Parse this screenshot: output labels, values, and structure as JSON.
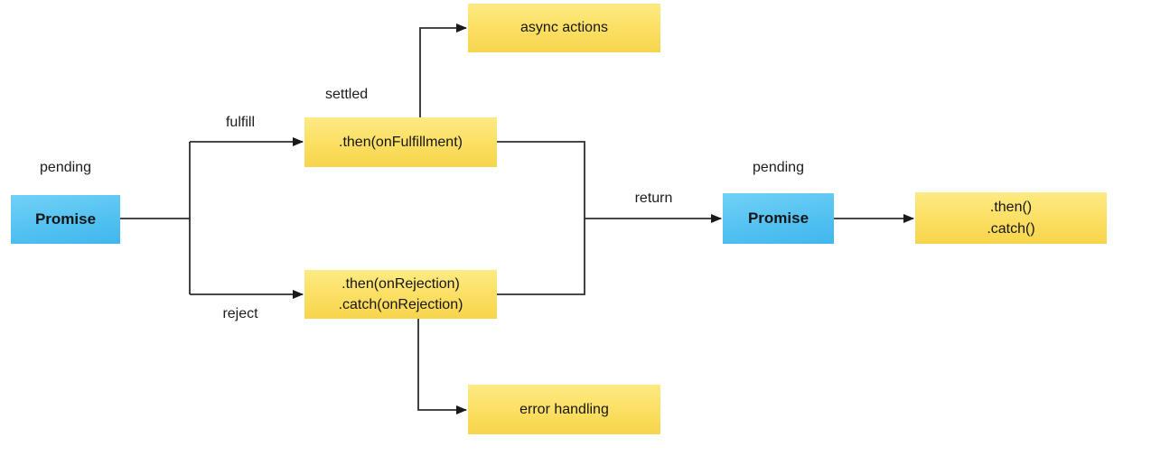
{
  "diagram": {
    "name": "javascript-promise-flow",
    "colors": {
      "promise_box_blue": "#4fc0f0",
      "action_box_yellow": "#fbdf62",
      "line": "#2e2e2e",
      "text": "#1c1c1c",
      "background": "#ffffff"
    },
    "nodes": {
      "promise1": {
        "label": "Promise",
        "state_label": "pending"
      },
      "then_fulfillment": {
        "label": ".then(onFulfillment)",
        "state_label": "settled"
      },
      "async_actions": {
        "label": "async actions"
      },
      "then_rejection": {
        "line1": ".then(onRejection)",
        "line2": ".catch(onRejection)"
      },
      "error_handling": {
        "label": "error handling"
      },
      "promise2": {
        "label": "Promise",
        "state_label": "pending"
      },
      "then_catch": {
        "line1": ".then()",
        "line2": ".catch()"
      }
    },
    "edge_labels": {
      "fulfill": "fulfill",
      "reject": "reject",
      "return": "return"
    }
  }
}
